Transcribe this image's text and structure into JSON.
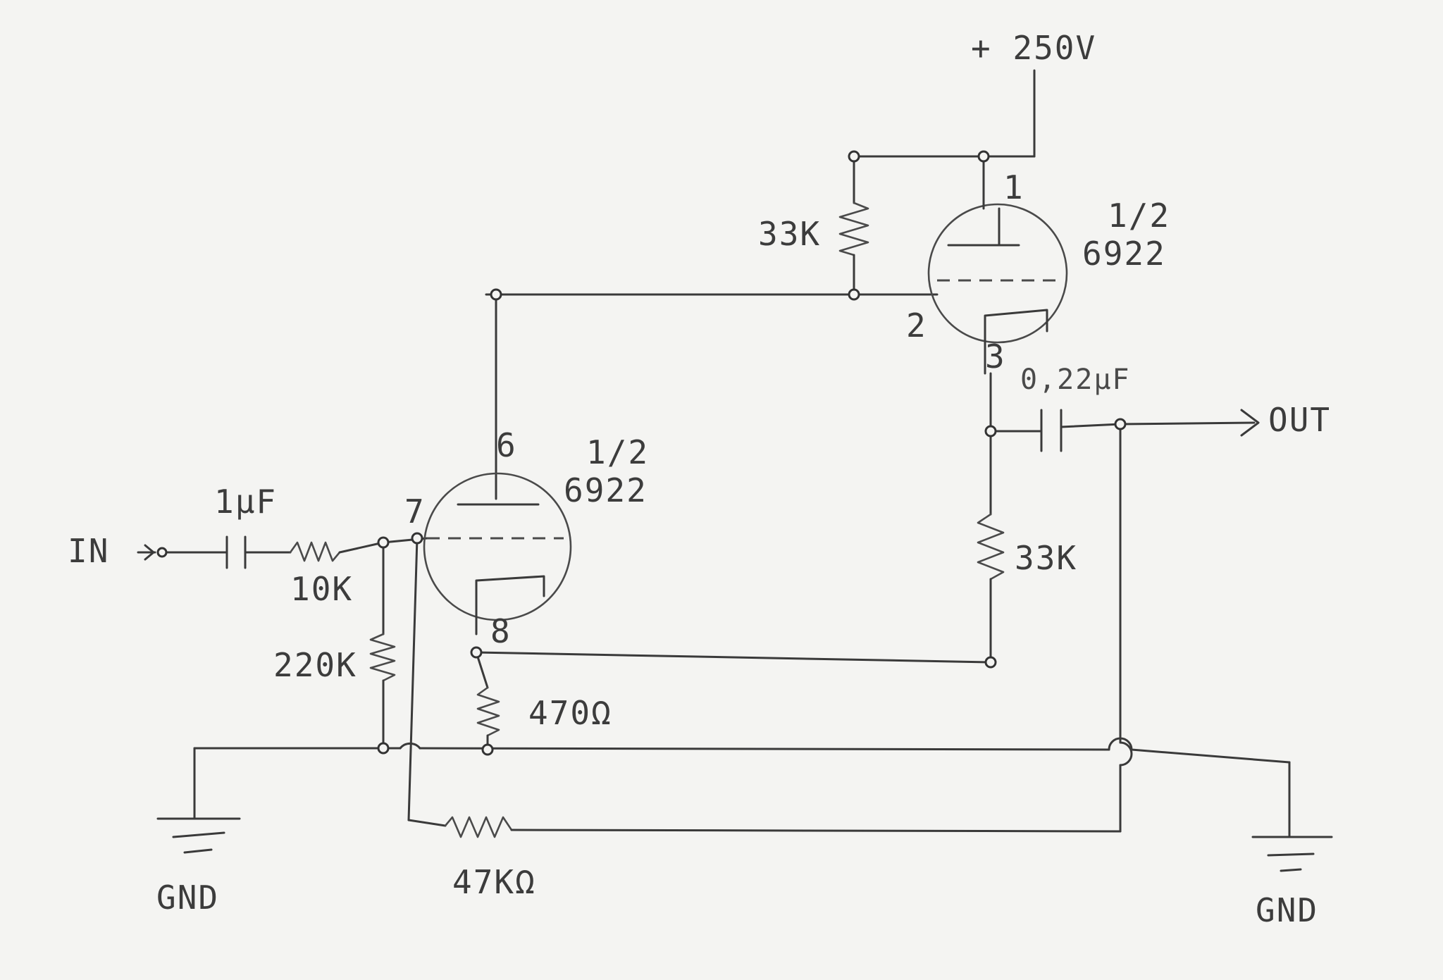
{
  "supply": "+ 250V",
  "input_label": "IN",
  "output_label": "OUT",
  "ground_left": "GND",
  "ground_right": "GND",
  "tube_top": {
    "fraction": "1/2",
    "model": "6922",
    "pin_plate": "1",
    "pin_grid": "2",
    "pin_cathode": "3"
  },
  "tube_bottom": {
    "fraction": "1/2",
    "model": "6922",
    "pin_plate": "6",
    "pin_grid": "7",
    "pin_cathode": "8"
  },
  "components": {
    "c_in": "1μF",
    "r_in": "10K",
    "r_grid": "220K",
    "r_cathode": "470Ω",
    "r_feedback": "47KΩ",
    "r_plate_top": "33K",
    "r_load": "33K",
    "c_out": "0,22μF"
  }
}
